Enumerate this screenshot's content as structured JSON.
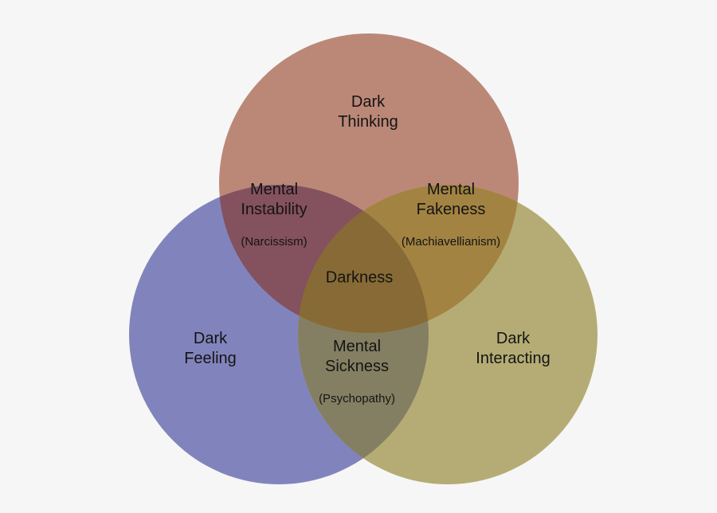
{
  "colors": {
    "background": "#f6f6f6",
    "text": "#141414",
    "single_top": "#bb8878",
    "single_left": "#8184bc",
    "single_right": "#b5ac75",
    "overlap_top_left": "#84515f",
    "overlap_top_right": "#a28342",
    "overlap_left_right": "#847f62",
    "center": "#876a35"
  },
  "chart_data": {
    "type": "venn",
    "sets": [
      {
        "label": "Dark Thinking",
        "position": "top",
        "color": "#bb8878"
      },
      {
        "label": "Dark Feeling",
        "position": "bottom-left",
        "color": "#8184bc"
      },
      {
        "label": "Dark Interacting",
        "position": "bottom-right",
        "color": "#b5ac75"
      }
    ],
    "intersections": [
      {
        "between": [
          "Dark Thinking",
          "Dark Feeling"
        ],
        "label": "Mental Instability",
        "sublabel": "(Narcissism)",
        "color": "#84515f"
      },
      {
        "between": [
          "Dark Thinking",
          "Dark Interacting"
        ],
        "label": "Mental Fakeness",
        "sublabel": "(Machiavellianism)",
        "color": "#a28342"
      },
      {
        "between": [
          "Dark Feeling",
          "Dark Interacting"
        ],
        "label": "Mental Sickness",
        "sublabel": "(Psychopathy)",
        "color": "#847f62"
      },
      {
        "between": [
          "Dark Thinking",
          "Dark Feeling",
          "Dark Interacting"
        ],
        "label": "Darkness",
        "color": "#876a35"
      }
    ]
  },
  "labels": {
    "top": "Dark\nThinking",
    "left": "Dark\nFeeling",
    "right": "Dark\nInteracting",
    "center": "Darkness",
    "top_left_main": "Mental\nInstability",
    "top_left_sub": "(Narcissism)",
    "top_right_main": "Mental\nFakeness",
    "top_right_sub": "(Machiavellianism)",
    "bottom_main": "Mental\nSickness",
    "bottom_sub": "(Psychopathy)"
  }
}
